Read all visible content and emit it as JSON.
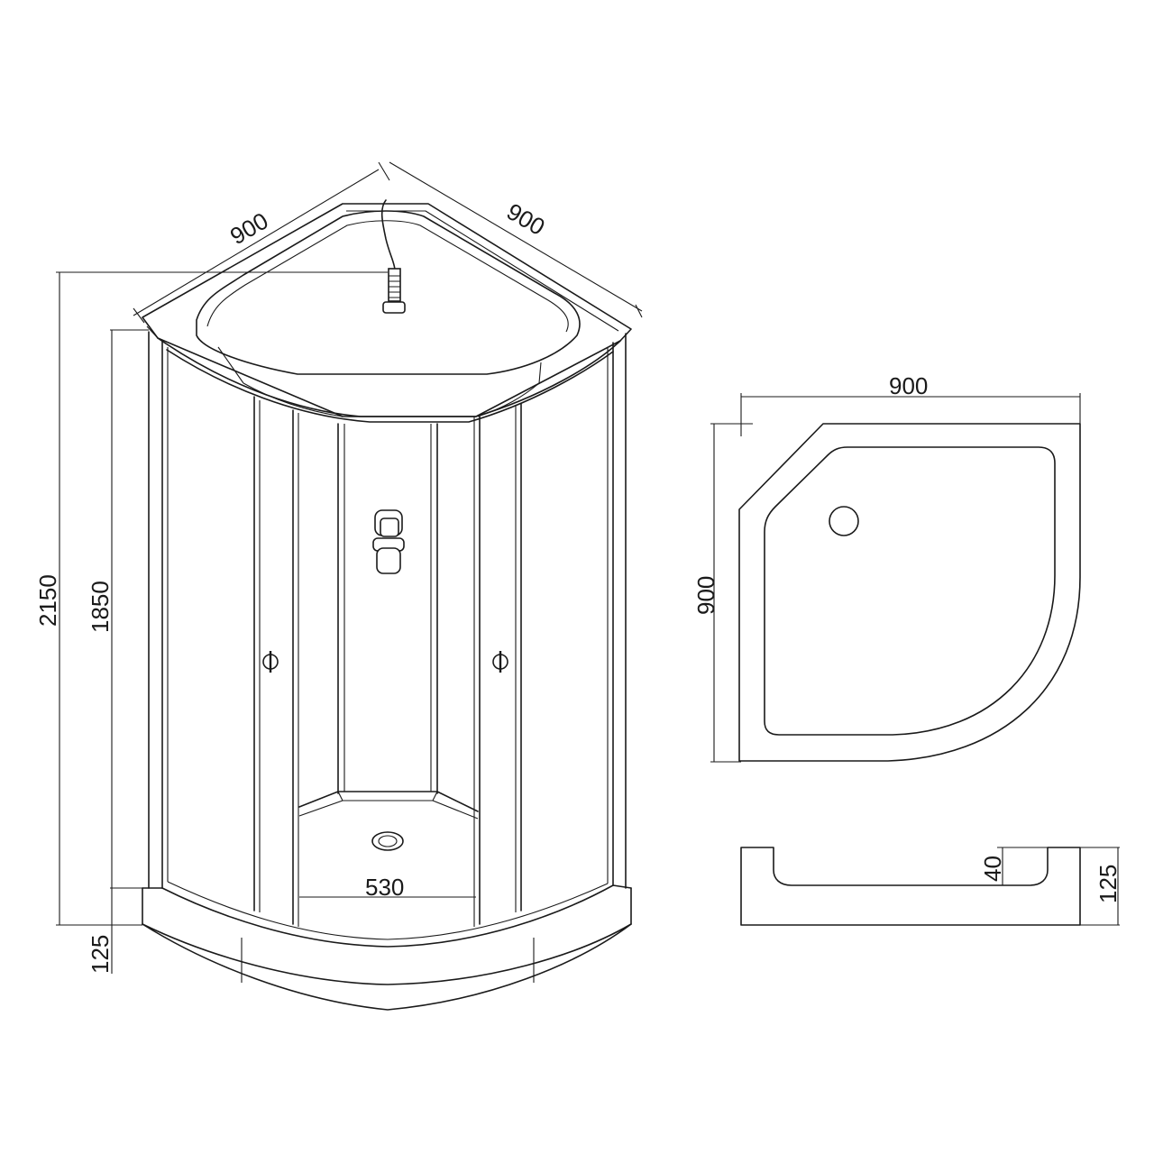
{
  "dimensions": {
    "top_left_width": "900",
    "top_right_width": "900",
    "total_height": "2150",
    "cabin_height": "1850",
    "tray_height_left": "125",
    "door_opening": "530",
    "plan_width": "900",
    "plan_depth": "900",
    "tray_inner_depth": "40",
    "tray_height_right": "125"
  }
}
